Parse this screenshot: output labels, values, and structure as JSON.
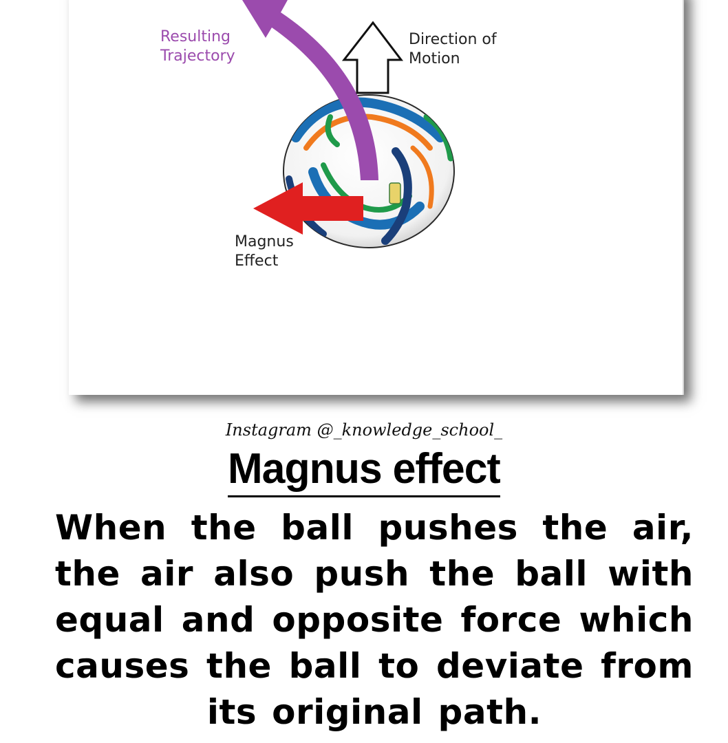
{
  "diagram": {
    "labels": {
      "trajectory_line1": "Resulting",
      "trajectory_line2": "Trajectory",
      "direction_line1": "Direction of",
      "direction_line2": "Motion",
      "magnus_line1": "Magnus",
      "magnus_line2": "Effect"
    },
    "colors": {
      "trajectory_arrow": "#9b4bad",
      "magnus_arrow": "#e02020",
      "ball_blue": "#1b6fb5",
      "ball_orange": "#f07a1e",
      "ball_green": "#1f9a4a"
    }
  },
  "credit": "Instagram @_knowledge_school_",
  "title": "Magnus effect",
  "description": "When the ball pushes the air, the air also push the ball with equal and opposite force which causes the ball to deviate from its original path."
}
